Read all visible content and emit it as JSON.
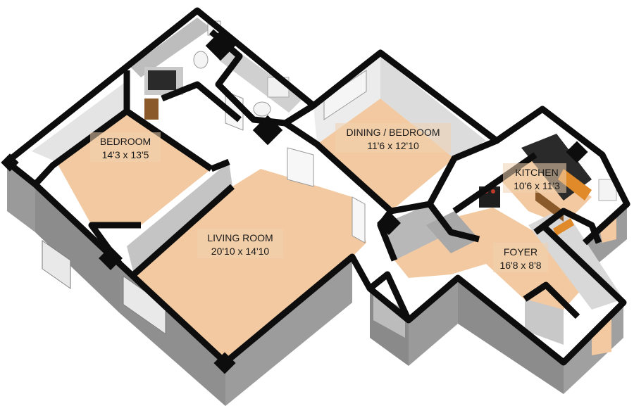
{
  "rooms": [
    {
      "name": "BEDROOM",
      "dims": "14'3 x 13'5"
    },
    {
      "name": "LIVING ROOM",
      "dims": "20'10 x 14'10"
    },
    {
      "name": "DINING / BEDROOM",
      "dims": "11'6 x 12'10"
    },
    {
      "name": "KITCHEN",
      "dims": "10'6 x 11'3"
    },
    {
      "name": "FOYER",
      "dims": "16'8 x 8'8"
    }
  ],
  "colors": {
    "floor": "#f2c9a0",
    "floor_dark": "#e6b98c",
    "wall_top": "#0d0d0d",
    "wall_face": "#a9a9a9",
    "wall_shadow": "#7a7a7a",
    "wall_light": "#e0e0e0",
    "counter": "#2a2a2a",
    "cabinet": "#8a5a2b",
    "accent": "#e08a2a",
    "fixture": "#f4f4f4"
  }
}
